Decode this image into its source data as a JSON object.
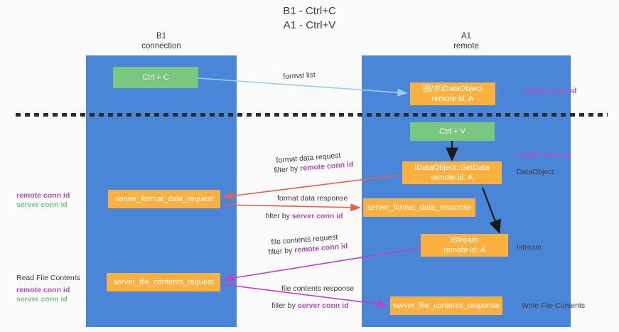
{
  "title": {
    "line1": "B1 - Ctrl+C",
    "line2": "A1 - Ctrl+V"
  },
  "lanes": [
    {
      "id": "b1",
      "name": "B1",
      "sub": "connection",
      "color": "#4a86d8"
    },
    {
      "id": "a1",
      "name": "A1",
      "sub": "remote",
      "color": "#4a86d8"
    }
  ],
  "boxes": {
    "ctrl_c": {
      "line1": "Ctrl + C",
      "line2": "",
      "color": "#7ac77f"
    },
    "idataobject": {
      "line1": "固/ポIDataObject",
      "line2": "remote id: A",
      "color": "#fbb040"
    },
    "ctrl_v": {
      "line1": "Ctrl + V",
      "line2": "",
      "color": "#7ac77f"
    },
    "getdata": {
      "line1": "IDataObject::GetData",
      "line2": "remote id: A",
      "color": "#fbb040"
    },
    "server_format_data_request": {
      "line1": "server_format_data_request",
      "line2": "",
      "color": "#fbb040"
    },
    "server_format_data_response": {
      "line1": "server_format_data_response",
      "line2": "",
      "color": "#fbb040"
    },
    "istream": {
      "line1": "IStream",
      "line2": "remote id: A",
      "color": "#fbb040"
    },
    "server_file_contents_request": {
      "line1": "server_file_contents_request",
      "line2": "",
      "color": "#fbb040"
    },
    "server_file_contents_response": {
      "line1": "server_file_contents_response",
      "line2": "",
      "color": "#fbb040"
    }
  },
  "flows": {
    "format_list": {
      "text": "format list"
    },
    "format_data_request": {
      "line1": "format data request",
      "filter_prefix": "filter by ",
      "filter_key": "remote conn id"
    },
    "format_data_response": {
      "line1": "format data response",
      "filter_prefix": "filter by ",
      "filter_key": "server conn id"
    },
    "file_contents_request": {
      "line1": "file contents request",
      "filter_prefix": "filter by ",
      "filter_key": "remote conn id"
    },
    "file_contents_response": {
      "line1": "file contents response",
      "filter_prefix": "filter by ",
      "filter_key": "server conn id"
    }
  },
  "annotations": {
    "right_remote_conn_id_top": "remote conn id",
    "right_remote_conn_id_mid": "remote conn id",
    "right_dataobject": "DataObject",
    "right_istream": "Istream",
    "right_write_file_contents": "Write File Contents",
    "left_remote_conn_id_1": "remote conn id",
    "left_server_conn_id_1": "server conn id",
    "left_read_file_contents": "Read File Contents",
    "left_remote_conn_id_2": "remote conn id",
    "left_server_conn_id_2": "server conn id"
  },
  "colors": {
    "lane": "#4a86d8",
    "green_box": "#7ac77f",
    "orange_box": "#fbb040",
    "magenta": "#b84ec4",
    "green_text": "#7ac77f",
    "arrow_blue": "#9ecbf0",
    "arrow_red": "#e8604c",
    "arrow_magenta": "#c23fc9",
    "arrow_black": "#1a1a1a",
    "background": "#fafafa",
    "text": "#3c3c3c"
  }
}
